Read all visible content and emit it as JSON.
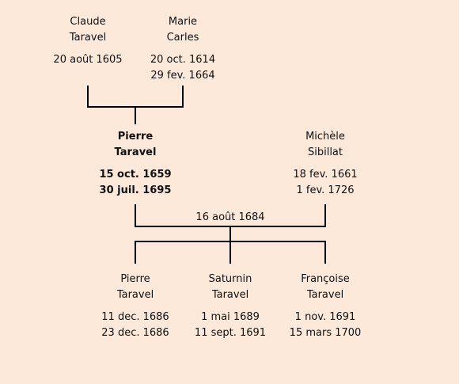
{
  "colors": {
    "background": "#fce9d9",
    "text": "#111111",
    "lines": "#000000"
  },
  "grandparents": [
    {
      "first": "Claude",
      "last": "Taravel",
      "birth": "20 août 1605",
      "death": ""
    },
    {
      "first": "Marie",
      "last": "Carles",
      "birth": "20 oct. 1614",
      "death": "29 fev. 1664"
    }
  ],
  "subject": {
    "first": "Pierre",
    "last": "Taravel",
    "birth": "15 oct. 1659",
    "death": "30 juil. 1695"
  },
  "spouse": {
    "first": "Michèle",
    "last": "Sibillat",
    "birth": "18 fev. 1661",
    "death": "1 fev. 1726"
  },
  "marriage_date": "16 août 1684",
  "children": [
    {
      "first": "Pierre",
      "last": "Taravel",
      "birth": "11 dec. 1686",
      "death": "23 dec. 1686"
    },
    {
      "first": "Saturnin",
      "last": "Taravel",
      "birth": "1 mai 1689",
      "death": "11 sept. 1691"
    },
    {
      "first": "Françoise",
      "last": "Taravel",
      "birth": "1 nov. 1691",
      "death": "15 mars 1700"
    }
  ]
}
